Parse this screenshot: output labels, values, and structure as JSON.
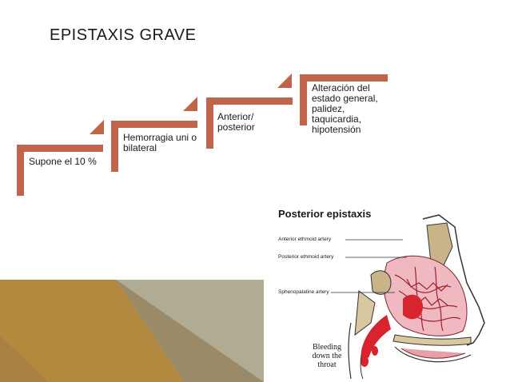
{
  "title": "EPISTAXIS GRAVE",
  "steps": [
    {
      "text": "Supone el 10 %"
    },
    {
      "text": "Hemorragia uni o bilateral"
    },
    {
      "text": "Anterior/ posterior"
    },
    {
      "text": "Alteración del estado general, palidez, taquicardia, hipotensión"
    }
  ],
  "illustration": {
    "heading": "Posterior epistaxis",
    "labels": {
      "anterior_ethmoid": "Anterior ethmoid artery",
      "posterior_ethmoid": "Posterior ethmoid artery",
      "sphenopalatine": "Sphenopalatine artery",
      "bleeding": "Bleeding down the throat"
    }
  },
  "colors": {
    "accent": "#c0644c",
    "deco_gold": "#b3893f",
    "deco_olive": "#9a8a68",
    "deco_gray": "#a6a08a"
  }
}
